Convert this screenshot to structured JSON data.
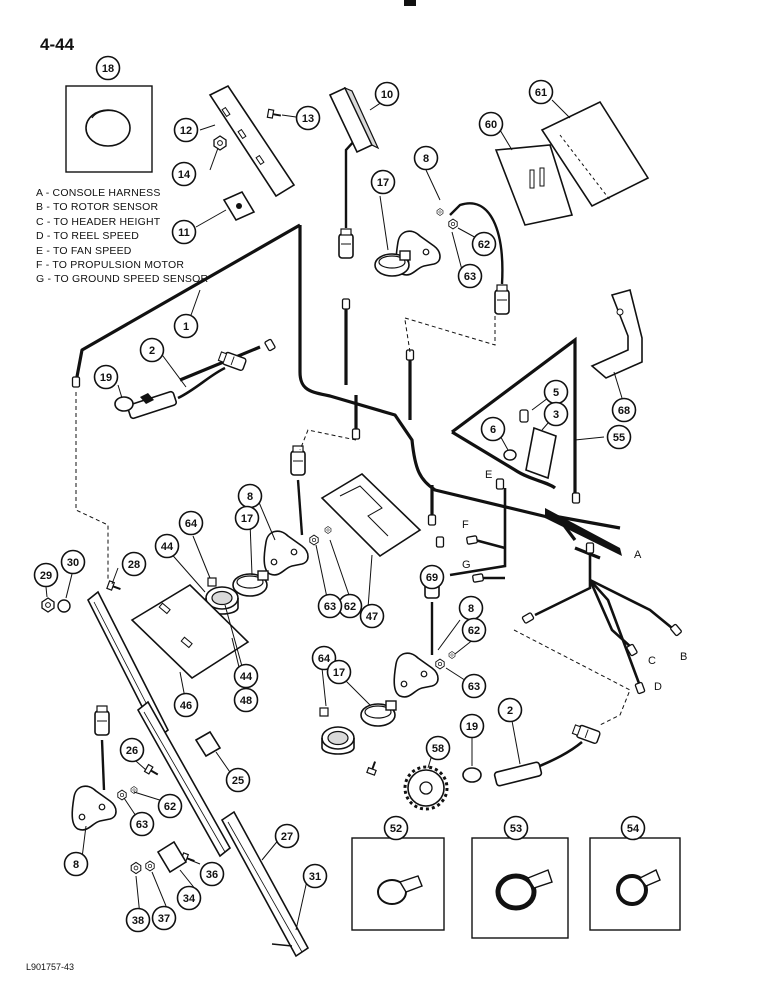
{
  "page": {
    "number": "4-44",
    "figure_id": "L901757-43"
  },
  "legend": [
    "A - CONSOLE HARNESS",
    "B - TO ROTOR SENSOR",
    "C - TO HEADER HEIGHT",
    "D - TO REEL SPEED",
    "E - TO FAN SPEED",
    "F - TO PROPULSION MOTOR",
    "G - TO GROUND SPEED SENSOR"
  ],
  "callouts": [
    "18",
    "12",
    "13",
    "10",
    "61",
    "60",
    "8",
    "14",
    "17",
    "62",
    "63",
    "11",
    "1",
    "2",
    "19",
    "68",
    "5",
    "3",
    "55",
    "6",
    "8",
    "17",
    "64",
    "44",
    "47",
    "62",
    "63",
    "69",
    "28",
    "29",
    "30",
    "46",
    "48",
    "8",
    "62",
    "63",
    "64",
    "17",
    "44",
    "2",
    "19",
    "58",
    "26",
    "25",
    "62",
    "63",
    "27",
    "8",
    "36",
    "34",
    "37",
    "38",
    "31",
    "52",
    "53",
    "54"
  ],
  "letters": [
    "A",
    "B",
    "C",
    "D",
    "E",
    "F",
    "G"
  ],
  "colors": {
    "line": "#111111",
    "paper": "#ffffff",
    "shade": "#d9d9d9"
  }
}
